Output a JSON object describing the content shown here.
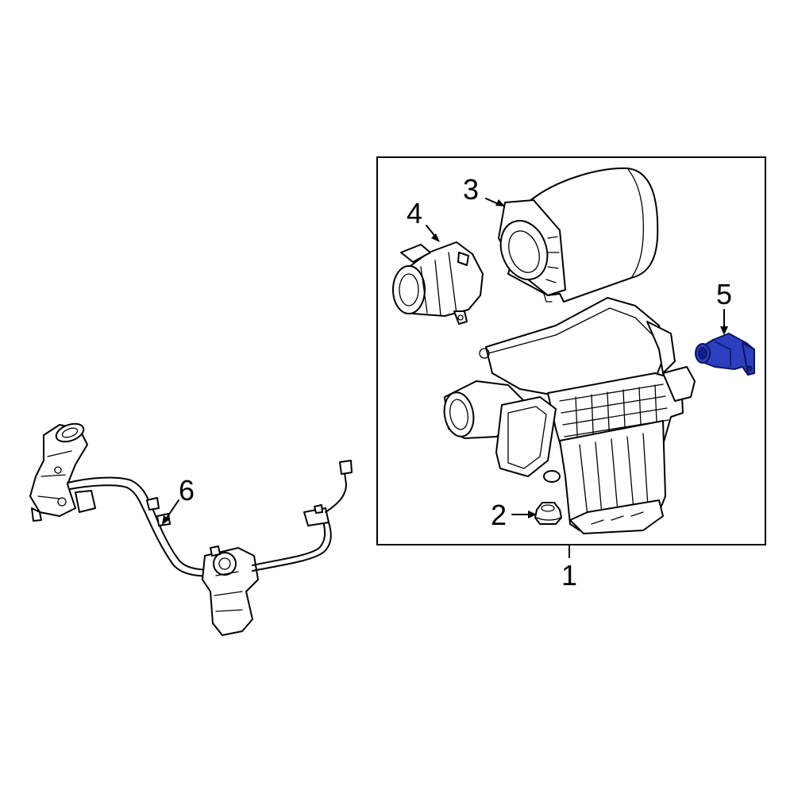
{
  "callouts": {
    "c1": "1",
    "c2": "2",
    "c3": "3",
    "c4": "4",
    "c5": "5",
    "c6": "6"
  },
  "colors": {
    "highlight": "#2b3fbf",
    "line": "#000000",
    "background": "#ffffff"
  }
}
